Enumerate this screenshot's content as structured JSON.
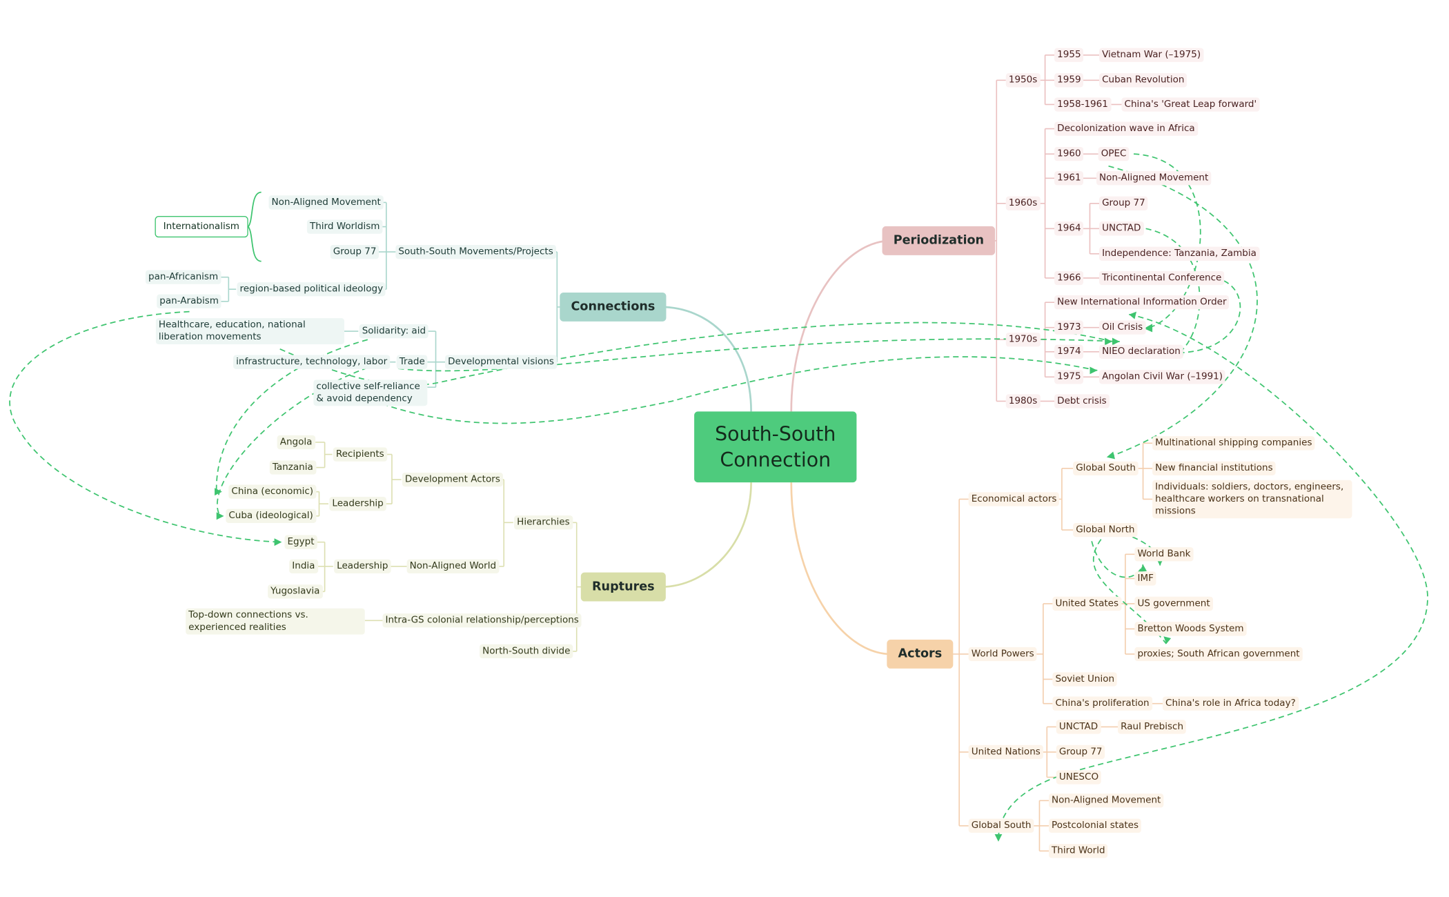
{
  "center": "South-South\nConnection",
  "colors": {
    "periodization": "#e8c2c2",
    "actors": "#f6d2a9",
    "connections": "#a9d6cc",
    "ruptures": "#d8dea8",
    "center": "#4ecb7d",
    "link": "#3ec46f"
  },
  "periodization": {
    "title": "Periodization",
    "d1950s": "1950s",
    "y1955": "1955",
    "vietnam": "Vietnam War (–1975)",
    "y1959": "1959",
    "cuba_rev": "Cuban Revolution",
    "y1958": "1958-1961",
    "china_glf": "China's 'Great Leap forward'",
    "d1960s": "1960s",
    "decol": "Decolonization wave in Africa",
    "y1960": "1960",
    "opec": "OPEC",
    "y1961": "1961",
    "nam": "Non-Aligned Movement",
    "g77": "Group 77",
    "y1964": "1964",
    "unctad": "UNCTAD",
    "indep": "Independence: Tanzania, Zambia",
    "y1966": "1966",
    "tricon": "Tricontinental Conference",
    "d1970s": "1970s",
    "niio": "New International Information Order",
    "y1973": "1973",
    "oil": "Oil Crisis",
    "y1974": "1974",
    "nieo": "NIEO declaration",
    "y1975": "1975",
    "angola": "Angolan Civil War (–1991)",
    "d1980s": "1980s",
    "debt": "Debt crisis"
  },
  "actors": {
    "title": "Actors",
    "econ": "Economical actors",
    "gs": "Global South",
    "ship": "Multinational shipping companies",
    "fin": "New financial institutions",
    "indiv": "Individuals: soldiers, doctors, engineers, healthcare workers on transnational missions",
    "gn": "Global North",
    "wb": "World Bank",
    "imf": "IMF",
    "usgov": "US government",
    "bw": "Bretton Woods System",
    "proxies": "proxies; South African government",
    "wp": "World Powers",
    "us": "United States",
    "su": "Soviet Union",
    "chprolif": "China's proliferation",
    "chafrica": "China's role in Africa today?",
    "un": "United Nations",
    "unctad": "UNCTAD",
    "prebisch": "Raul Prebisch",
    "g77": "Group 77",
    "unesco": "UNESCO",
    "gs2": "Global South",
    "nam": "Non-Aligned Movement",
    "postcol": "Postcolonial states",
    "tw": "Third World"
  },
  "connections": {
    "title": "Connections",
    "ssmp": "South-South Movements/Projects",
    "nam": "Non-Aligned Movement",
    "tw": "Third Worldism",
    "g77": "Group 77",
    "intl": "Internationalism",
    "rbpi": "region-based political ideology",
    "panaf": "pan-Africanism",
    "panar": "pan-Arabism",
    "dv": "Developmental visions",
    "solid": "Solidarity: aid",
    "health": "Healthcare, education, national liberation movements",
    "trade": "Trade",
    "infra": "infrastructure, technology, labor",
    "collective": "collective self-reliance & avoid dependency"
  },
  "ruptures": {
    "title": "Ruptures",
    "hier": "Hierarchies",
    "da": "Development Actors",
    "recip": "Recipients",
    "angola": "Angola",
    "tanzania": "Tanzania",
    "lead1": "Leadership",
    "china": "China (economic)",
    "cuba": "Cuba (ideological)",
    "naw": "Non-Aligned World",
    "lead2": "Leadership",
    "egypt": "Egypt",
    "india": "India",
    "yugo": "Yugoslavia",
    "intra": "Intra-GS colonial relationship/perceptions",
    "topdown": "Top-down connections vs. experienced realities",
    "ns": "North-South divide"
  }
}
